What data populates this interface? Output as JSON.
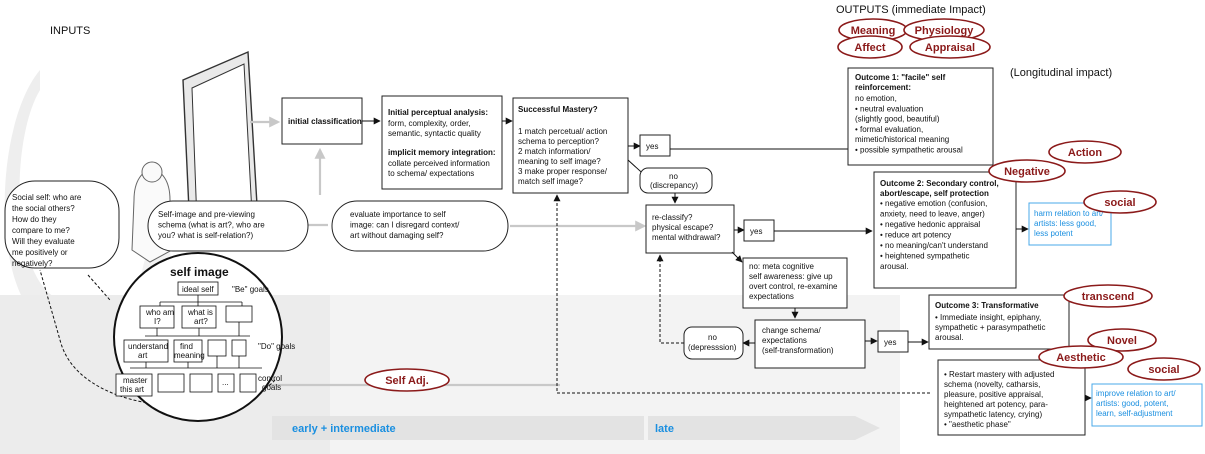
{
  "headers": {
    "inputs": "INPUTS",
    "outputs": "OUTPUTS (immediate Impact)",
    "longitudinal": "(Longitudinal impact)"
  },
  "ovals": {
    "meaning": "Meaning",
    "physiology": "Physiology",
    "affect": "Affect",
    "appraisal": "Appraisal",
    "action": "Action",
    "negative": "Negative",
    "social1": "social",
    "transcend": "transcend",
    "novel": "Novel",
    "aesthetic": "Aesthetic",
    "social2": "social",
    "self_adj": "Self Adj."
  },
  "social_self": [
    "Social self: who are",
    "the social others?",
    "How do they",
    "compare to me?",
    "Will they evaluate",
    "me positively or",
    "negatively?"
  ],
  "self_image_schema": [
    "Self-image and pre-viewing",
    "schema (what is art?, who are",
    "you? what is self-relation?)"
  ],
  "evaluate": [
    "evaluate importance to self",
    "image: can I disregard context/",
    "art without damaging self?"
  ],
  "initial_classification": "initial classification",
  "perceptual": {
    "title": "Initial perceptual analysis:",
    "lines": [
      "form, complexity, order,",
      "semantic, syntactic quality"
    ],
    "mem_title": "implicit memory integration:",
    "mem_lines": [
      "collate perceived information",
      "to schema/ expectations"
    ]
  },
  "mastery": {
    "title": "Successful Mastery?",
    "lines": [
      "1 match percetual/ action",
      "schema to perception?",
      "2 match information/",
      "meaning to self image?",
      "3 make proper response/",
      "match self image?"
    ]
  },
  "yes": "yes",
  "no_discrepancy": [
    "no",
    "(discrepancy)"
  ],
  "reclassify": [
    "re-classify?",
    "physical escape?",
    "mental withdrawal?"
  ],
  "meta": [
    "no: meta cognitive",
    "self awareness: give up",
    "overt control, re-examine",
    "expectations"
  ],
  "change_schema": [
    "change schema/",
    "expectations",
    "(self-transformation)"
  ],
  "no_depression": [
    "no",
    "(depresssion)"
  ],
  "outcome1": {
    "title": [
      "Outcome 1: \"facile\" self",
      "reinforcement:"
    ],
    "lines": [
      "no emotion,",
      "• neutral evaluation",
      "(slightly good, beautiful)",
      "• formal evaluation,",
      "mimetic/historical meaning",
      "• possible sympathetic arousal"
    ]
  },
  "outcome2": {
    "title": [
      "Outcome 2: Secondary control,",
      "abort/escape, self protection"
    ],
    "lines": [
      "• negative emotion (confusion,",
      "anxiety, need to leave, anger)",
      "• negative hedonic appraisal",
      "• reduce art potency",
      "• no meaning/can't understand",
      "• heightened sympathetic",
      "arousal."
    ]
  },
  "outcome3": {
    "title": "Outcome 3: Transformative",
    "lines": [
      "• Immediate insight, epiphany,",
      "sympathetic + parasympathetic",
      "arousal."
    ]
  },
  "restart": [
    "• Restart mastery with adjusted",
    "schema (novelty, catharsis,",
    "pleasure, positive appraisal,",
    "heightened art potency, para-",
    "sympathetic latency, crying)",
    "• \"aesthetic phase\""
  ],
  "harm": [
    "harm relation to art/",
    "artists: less good,",
    "less potent"
  ],
  "improve": [
    "improve relation to art/",
    "artists: good,  potent,",
    "learn, self-adjustment"
  ],
  "self_image": {
    "title": "self image",
    "ideal": "ideal self",
    "be": "\"Be\" goals",
    "who": [
      "who am",
      "I?"
    ],
    "what": [
      "what is",
      "art?"
    ],
    "understand": [
      "understand",
      "art"
    ],
    "find": [
      "find",
      "meaning"
    ],
    "do": "\"Do\" goals",
    "master": [
      "master",
      "this art"
    ],
    "dots": "...",
    "control": [
      "control",
      "goals"
    ]
  },
  "phases": {
    "early": "early + intermediate",
    "late": "late"
  }
}
